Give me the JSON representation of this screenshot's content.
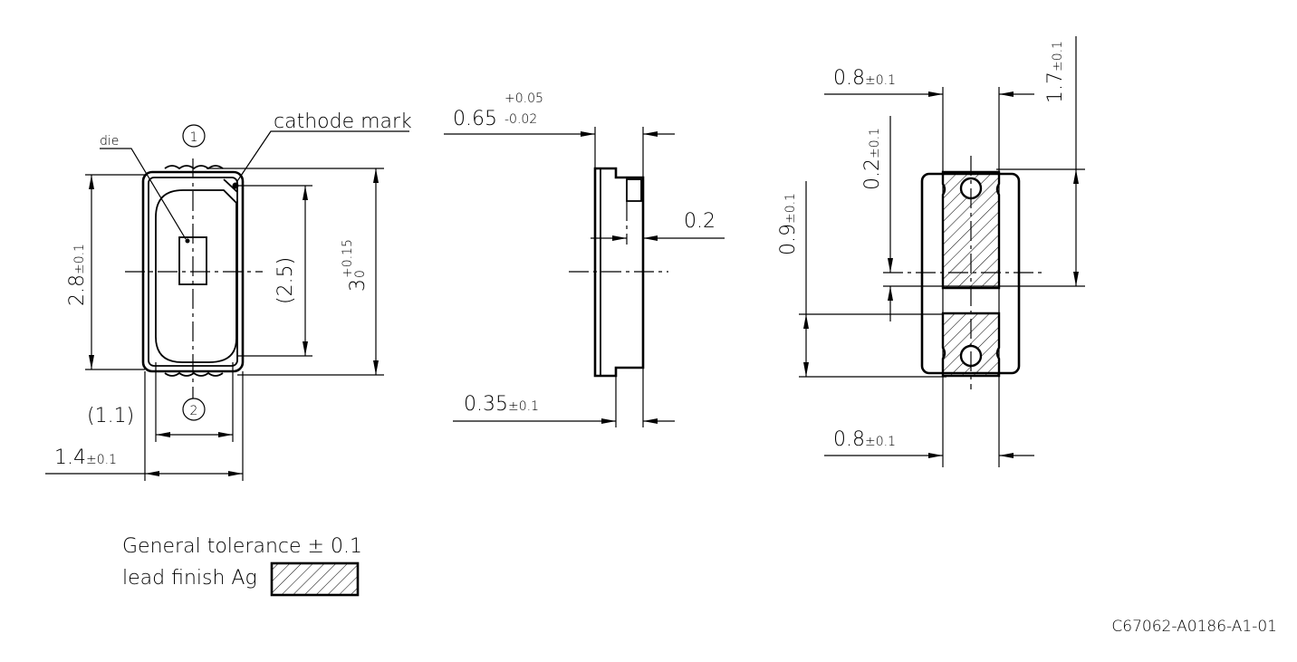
{
  "front_view": {
    "die_label": "die",
    "cathode_label": "cathode mark",
    "pin1": "1",
    "pin2": "2",
    "dim_height": {
      "value": "2.8",
      "tol": "±0.1"
    },
    "dim_inner": "(2.5)",
    "dim_total": {
      "value": "3",
      "tol_plus": "+0.15",
      "tol_minus": "0"
    },
    "dim_inner_width": "(1.1)",
    "dim_width": {
      "value": "1.4",
      "tol": "±0.1"
    }
  },
  "side_view": {
    "dim_thickness": {
      "value": "0.65",
      "tol_plus": "+0.05",
      "tol_minus": "-0.02"
    },
    "dim_step": "0.2",
    "dim_lead": {
      "value": "0.35",
      "tol": "±0.1"
    }
  },
  "bottom_view": {
    "dim_pad_width_top": {
      "value": "0.8",
      "tol": "±0.1"
    },
    "dim_pad_length": {
      "value": "1.7",
      "tol": "±0.1"
    },
    "dim_offset": {
      "value": "0.2",
      "tol": "±0.1"
    },
    "dim_pad2": {
      "value": "0.9",
      "tol": "±0.1"
    },
    "dim_pad_width_bottom": {
      "value": "0.8",
      "tol": "±0.1"
    }
  },
  "notes": {
    "tolerance": "General tolerance ± 0.1",
    "lead_finish": "lead finish Ag"
  },
  "drawing_number": "C67062-A0186-A1-01"
}
